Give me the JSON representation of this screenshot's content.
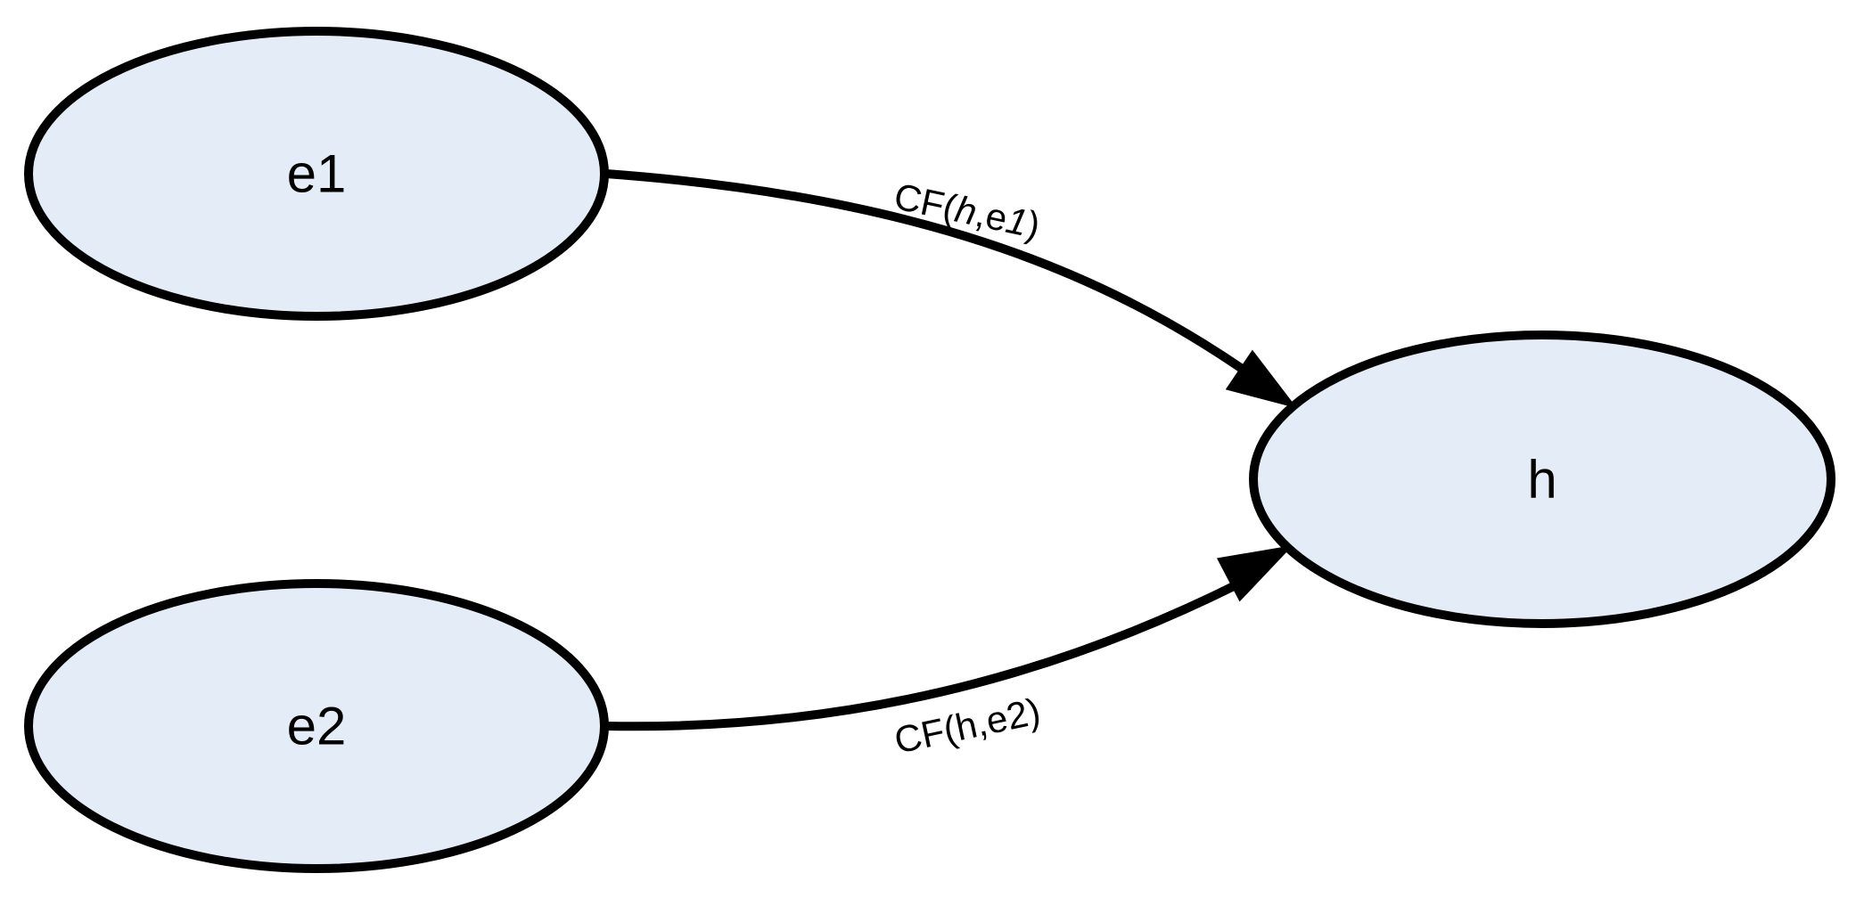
{
  "colors": {
    "node_fill": "#e4ecf7",
    "stroke": "#000000",
    "text": "#000000",
    "background": "#ffffff"
  },
  "nodes": {
    "e1": {
      "label": "e1"
    },
    "e2": {
      "label": "e2"
    },
    "h": {
      "label": "h"
    }
  },
  "edges": {
    "e1_to_h": {
      "from": "e1",
      "to": "h",
      "label": {
        "prefix": "CF(",
        "hyp": "h",
        "sep": ",e",
        "ev_digit": "1",
        "suffix": ")"
      }
    },
    "e2_to_h": {
      "from": "e2",
      "to": "h",
      "label": {
        "prefix": "CF(",
        "hyp": "h",
        "sep": ",e",
        "ev_digit": "2",
        "suffix": ")"
      }
    }
  }
}
